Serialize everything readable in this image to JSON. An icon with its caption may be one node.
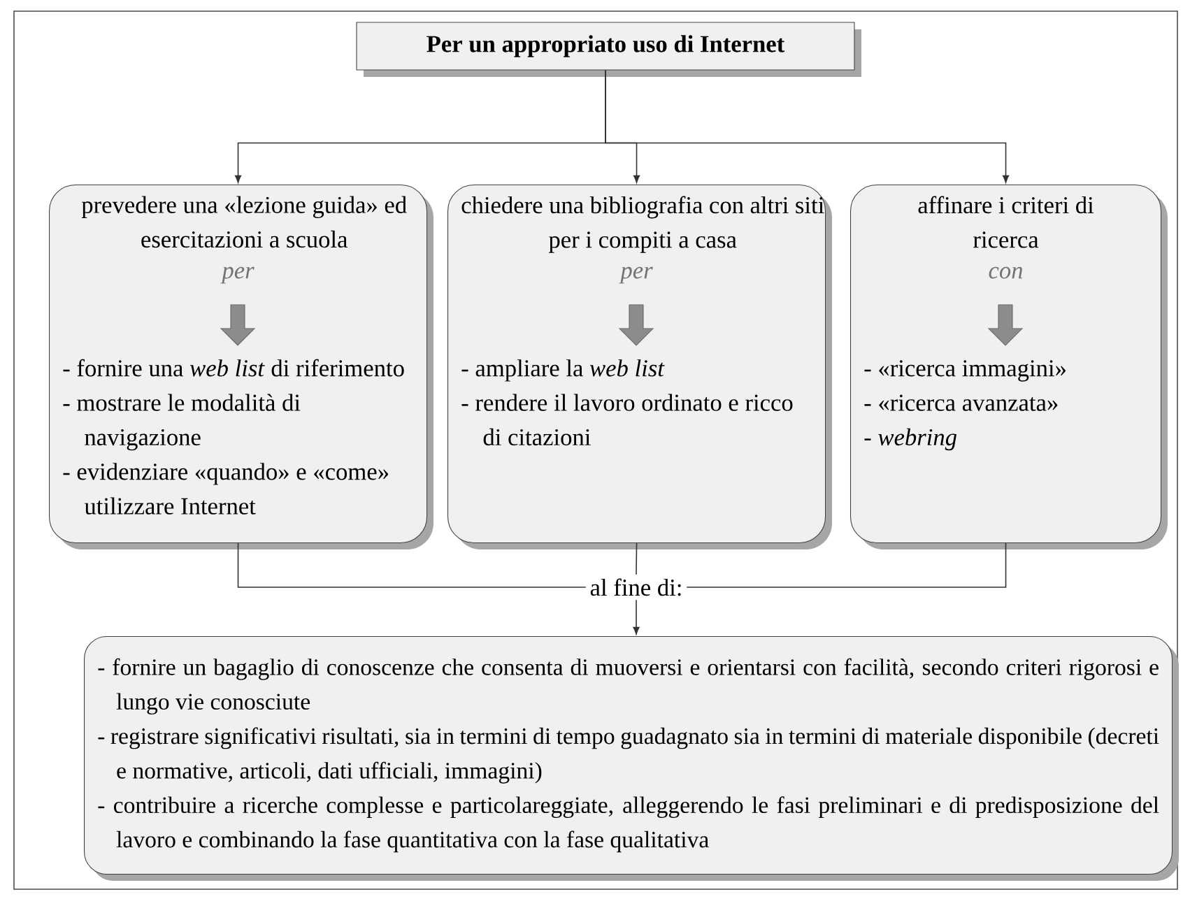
{
  "diagram": {
    "nodes": [
      {
        "text": [
          "Per un appropriato uso di Internet"
        ]
      },
      {
        "text": [
          "prevedere una «lezione guida» ed esercitazioni a scuola",
          "per",
          "- fornire una *web list* di riferimento",
          "- mostrare le modalità di navigazione",
          "- evidenziare «quando» e «come» utilizzare Internet"
        ]
      },
      {
        "text": [
          "chiedere una bibliografia con altri siti per i compiti a casa",
          "per",
          "- ampliare la *web list*",
          "- rendere il lavoro ordinato e ricco di citazioni"
        ]
      },
      {
        "text": [
          "affinare i criteri di ricerca",
          "con",
          "- «ricerca immagini»",
          "- «ricerca avanzata»",
          "- *webring*"
        ]
      },
      {
        "text": [
          "al fine di:"
        ]
      },
      {
        "text": [
          "- fornire un bagaglio di conoscenze che consenta di muoversi e orientarsi con facilità, secondo criteri rigorosi e lungo vie conosciute",
          "- registrare significativi risultati, sia in termini di tempo guadagnato sia in termini di materiale disponibile (decreti e normative, articoli, dati ufficiali, immagini)",
          "- contribuire a ricerche complesse e particolareggiate, alleggerendo le fasi preliminari e di predisposizione del lavoro e combinando la fase quantitativa con la fase qualitativa"
        ]
      }
    ],
    "edges": [
      {
        "from": 0,
        "to": 1,
        "arrow": "to"
      },
      {
        "from": 0,
        "to": 2,
        "arrow": "to"
      },
      {
        "from": 0,
        "to": 3,
        "arrow": "to"
      },
      {
        "from": 1,
        "to": 4,
        "arrow": "none"
      },
      {
        "from": 2,
        "to": 4,
        "arrow": "none"
      },
      {
        "from": 3,
        "to": 4,
        "arrow": "none"
      },
      {
        "from": 4,
        "to": 5,
        "arrow": "to"
      }
    ]
  }
}
